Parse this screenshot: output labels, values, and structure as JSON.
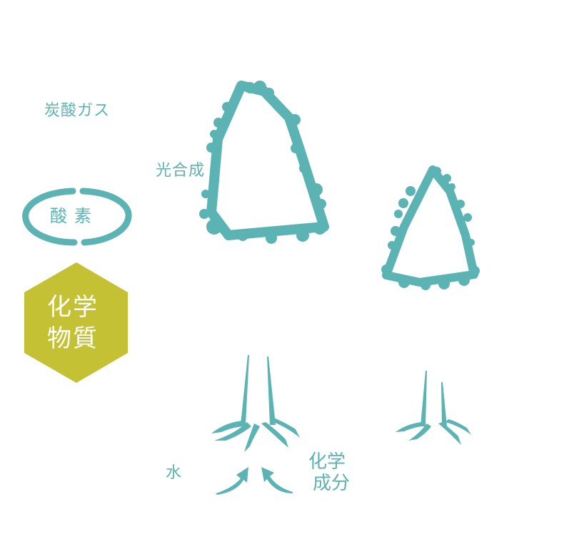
{
  "labels": {
    "co2": "炭酸ガス",
    "photosynthesis": "光合成",
    "oxygen": "酸素",
    "chemicals_line1": "化学",
    "chemicals_line2": "物質",
    "water": "水",
    "components_line1": "化学",
    "components_line2": "成分"
  },
  "colors": {
    "teal": "#5bb3b3",
    "olive": "#c5c134",
    "background": "#ffffff",
    "text_on_hex": "#ffffff"
  }
}
